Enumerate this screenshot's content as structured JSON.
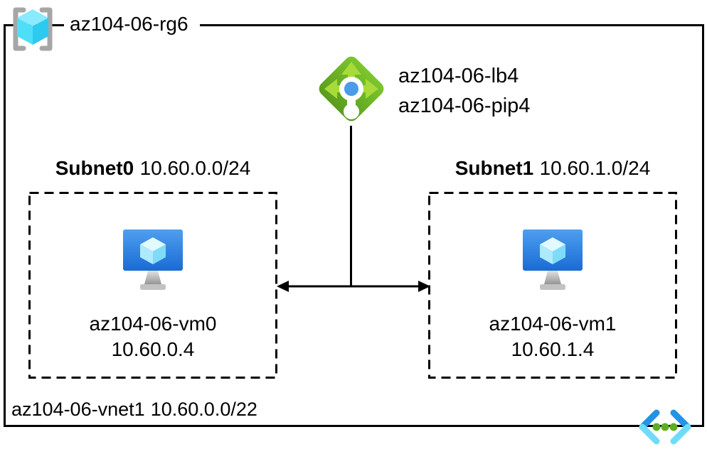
{
  "resource_group": {
    "name": "az104-06-rg6"
  },
  "load_balancer": {
    "name": "az104-06-lb4",
    "public_ip": "az104-06-pip4"
  },
  "subnets": [
    {
      "name": "Subnet0",
      "cidr": "10.60.0.0/24",
      "vm": {
        "name": "az104-06-vm0",
        "ip": "10.60.0.4"
      }
    },
    {
      "name": "Subnet1",
      "cidr": "10.60.1.0/24",
      "vm": {
        "name": "az104-06-vm1",
        "ip": "10.60.1.4"
      }
    }
  ],
  "virtual_network": {
    "name": "az104-06-vnet1",
    "cidr": "10.60.0.0/22"
  },
  "icons": {
    "resource_group": "resource-group-icon",
    "load_balancer": "load-balancer-icon",
    "virtual_machine": "virtual-machine-icon",
    "virtual_network": "virtual-network-icon",
    "connector": "double-headed-arrow"
  },
  "colors": {
    "outline": "#000000",
    "background": "#ffffff",
    "rg_bracket_gray": "#a6a6a6",
    "cube_cyan_light": "#8aeaff",
    "cube_cyan": "#4edff7",
    "cube_cyan_dark": "#2ec9ee",
    "lb_green_top": "#7cc62e",
    "lb_green_bottom": "#599c1c",
    "lb_arrow_green": "#a8db3a",
    "lb_center_blue": "#4a9be8",
    "vm_screen_blue_top": "#4e9ff0",
    "vm_screen_blue_bottom": "#1a6bd3",
    "vnet_chevron_blue": "#2293e6",
    "vnet_chevron_cyan": "#6edcf9",
    "vnet_dot_green": "#5fae22"
  }
}
